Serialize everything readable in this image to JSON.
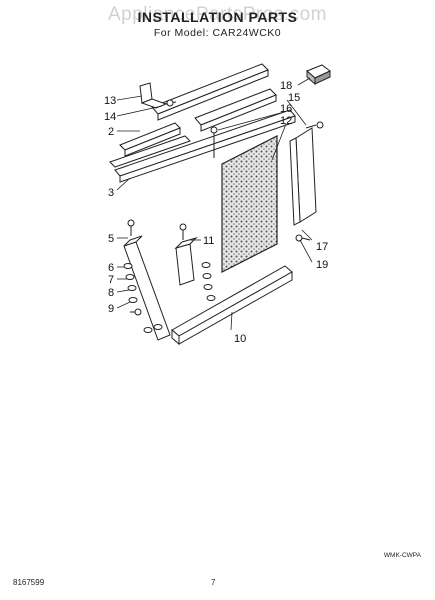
{
  "header": {
    "title": "INSTALLATION PARTS",
    "subtitle": "For Model: CAR24WCK0",
    "watermark": "AppliancePartsPros.com"
  },
  "callouts": [
    "13",
    "14",
    "2",
    "3",
    "5",
    "6",
    "7",
    "8",
    "9",
    "11",
    "10",
    "18",
    "15",
    "16",
    "12",
    "17",
    "19"
  ],
  "footer": {
    "doc_number": "8167599",
    "page_number": "7",
    "drawing_code": "WMK-CWPA"
  },
  "colors": {
    "line": "#222222",
    "panel_fill": "#d0d0d0",
    "part_fill": "#ffffff"
  }
}
